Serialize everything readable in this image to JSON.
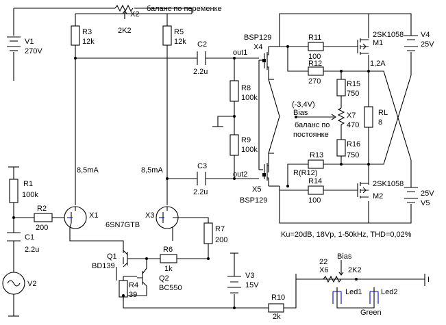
{
  "labels": {
    "x2_note": "баланс по переменке",
    "x2": "X2",
    "x2_val": "2K2",
    "v1": "V1",
    "v1_val": "270V",
    "r3": "R3",
    "r3_val": "12k",
    "r5": "R5",
    "r5_val": "12k",
    "c2": "C2",
    "c2_val": "2.2u",
    "out1": "out1",
    "out2": "out2",
    "r8": "R8",
    "r8_val": "100k",
    "r9": "R9",
    "r9_val": "100k",
    "i_left": "8,5mA",
    "i_right": "8,5mA",
    "c3": "C3",
    "c3_val": "2.2u",
    "r1": "R1",
    "r1_val": "100k",
    "r2": "R2",
    "r2_val": "200",
    "c1": "C1",
    "c1_val": "2.2u",
    "v2": "V2",
    "x1": "X1",
    "x3": "X3",
    "tube": "6SN7GTB",
    "r7": "R7",
    "r7_val": "200",
    "q1": "Q1",
    "q1_val": "BD139",
    "r6": "R6",
    "r6_val": "1k",
    "q2": "Q2",
    "q2_val": "BC550",
    "r4": "R4",
    "r4_val": "39",
    "v3": "V3",
    "v3_val": "15V",
    "r10": "R10",
    "r10_val": "2k",
    "bsp_top": "BSP129",
    "x4": "X4",
    "x5": "X5",
    "bsp_bot": "BSP129",
    "r11": "R11",
    "r11_val": "100",
    "r12": "R12",
    "r12_val": "270",
    "m1_part": "2SK1058",
    "m1": "M1",
    "v4": "V4",
    "v4_val": "25V",
    "current": "1,2A",
    "r15": "R15",
    "r15_val": "750",
    "bias_v": "(-3,4V)",
    "bias": "Bias",
    "x7": "X7",
    "x7_val": "470",
    "dc_balance_1": "баланс по",
    "dc_balance_2": "постоянке",
    "rl": "RL",
    "rl_val": "8",
    "r16": "R16",
    "r16_val": "750",
    "r13": "R13",
    "r13_val": "R(R12)",
    "r14": "R14",
    "r14_val": "100",
    "m2_part": "2SK1058",
    "m2": "M2",
    "v5_val": "25V",
    "v5": "V5",
    "spec": "Ku=20dB, 18Vp, 1-50kHz, THD=0,02%",
    "bias2": "Bias",
    "x6_num": "22",
    "x6": "X6",
    "x6_val": "2K2",
    "led1": "Led1",
    "led2": "Led2",
    "green": "Green",
    "terminal": "I"
  }
}
